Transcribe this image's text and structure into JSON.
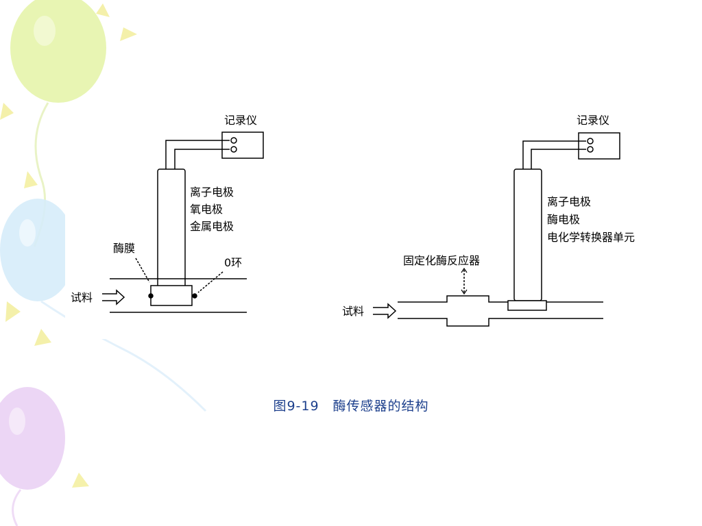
{
  "left_diagram": {
    "recorder": "记录仪",
    "electrode_labels": [
      "离子电极",
      "氧电极",
      "金属电极"
    ],
    "membrane": "酶膜",
    "o_ring": "0环",
    "sample": "试料"
  },
  "right_diagram": {
    "recorder": "记录仪",
    "electrode_labels": [
      "离子电极",
      "酶电极",
      "电化学转换器单元"
    ],
    "reactor": "固定化酶反应器",
    "sample": "试料"
  },
  "caption": "图9-19　酶传感器的结构",
  "colors": {
    "caption": "#1c3f8c",
    "balloon_green": "#e4f3a6",
    "balloon_blue": "#d6ecf9",
    "balloon_purple": "#ead2f4",
    "confetti_yellow": "#f3ee9c"
  }
}
